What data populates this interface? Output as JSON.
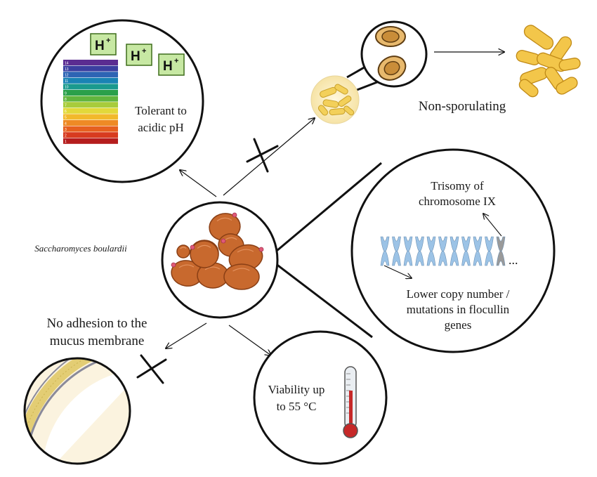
{
  "labels": {
    "acid": "Tolerant to acidic pH",
    "acid_line1": "Tolerant to",
    "acid_line2": "acidic pH",
    "non_sporulating": "Non-sporulating",
    "trisomy_line1": "Trisomy of",
    "trisomy_line2": "chromosome IX",
    "flocullin_line1": "Lower copy number /",
    "flocullin_line2": "mutations in flocullin",
    "flocullin_line3": "genes",
    "species": "Saccharomyces boulardii",
    "adhesion_line1": "No adhesion to the",
    "adhesion_line2": "mucus membrane",
    "viability_line1": "Viability up",
    "viability_line2": "to 55 °C",
    "proton": "H",
    "plus": "+",
    "ellipsis": "..."
  },
  "ph_scale": [
    "14",
    "13",
    "12",
    "11",
    "10",
    "9",
    "8",
    "7",
    "6",
    "5",
    "4",
    "3",
    "2",
    "1"
  ],
  "colors": {
    "outline": "#111111",
    "yeast": "#c8692e",
    "yeast_dark": "#8a3f15",
    "bud": "#e05a78",
    "spore_fill": "#f4d46a",
    "spore_bg": "#fbeecb",
    "chromosome": "#9cc3e6",
    "chromosome_gray": "#9a9a9a",
    "proton_box": "#c7e8a3",
    "proton_border": "#3f6d1c",
    "thermo_red": "#c62828",
    "membrane": "#d9c15a"
  }
}
